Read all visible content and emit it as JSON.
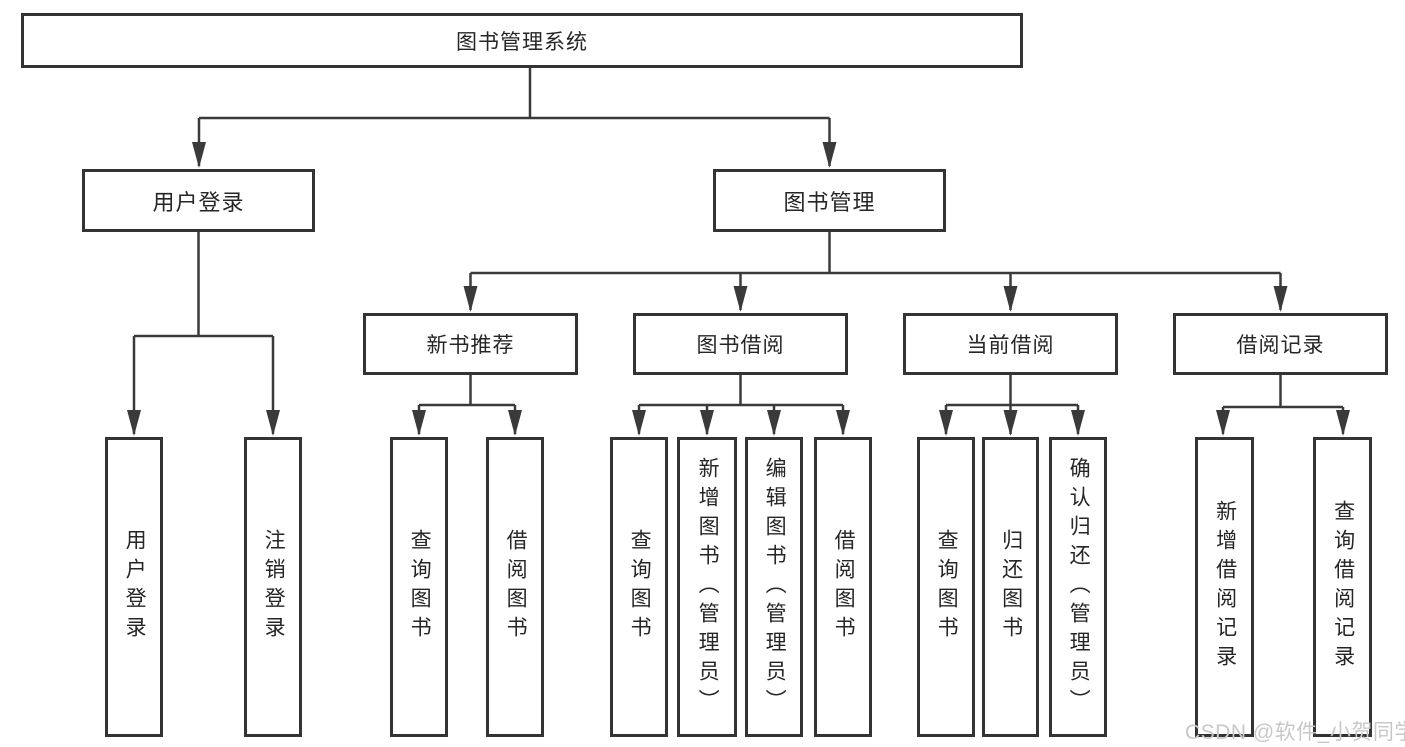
{
  "diagram": {
    "root": {
      "label": "图书管理系统"
    },
    "level2": [
      {
        "label": "用户登录"
      },
      {
        "label": "图书管理"
      }
    ],
    "level3": [
      {
        "label": "新书推荐"
      },
      {
        "label": "图书借阅"
      },
      {
        "label": "当前借阅"
      },
      {
        "label": "借阅记录"
      }
    ],
    "leaves": {
      "login": [
        {
          "label": "用户登录"
        },
        {
          "label": "注销登录"
        }
      ],
      "new_books": [
        {
          "label": "查询图书"
        },
        {
          "label": "借阅图书"
        }
      ],
      "borrow": [
        {
          "label": "查询图书"
        },
        {
          "label": "新增图书（管理员）"
        },
        {
          "label": "编辑图书（管理员）"
        },
        {
          "label": "借阅图书"
        }
      ],
      "current": [
        {
          "label": "查询图书"
        },
        {
          "label": "归还图书"
        },
        {
          "label": "确认归还（管理员）"
        }
      ],
      "records": [
        {
          "label": "新增借阅记录"
        },
        {
          "label": "查询借阅记录"
        }
      ]
    }
  },
  "watermark": "CSDN @软件_小贺同学",
  "colors": {
    "line": "#3a3a3a",
    "border": "#333333",
    "text": "#262626",
    "watermark": "#c8c8c8",
    "background": "#ffffff"
  }
}
